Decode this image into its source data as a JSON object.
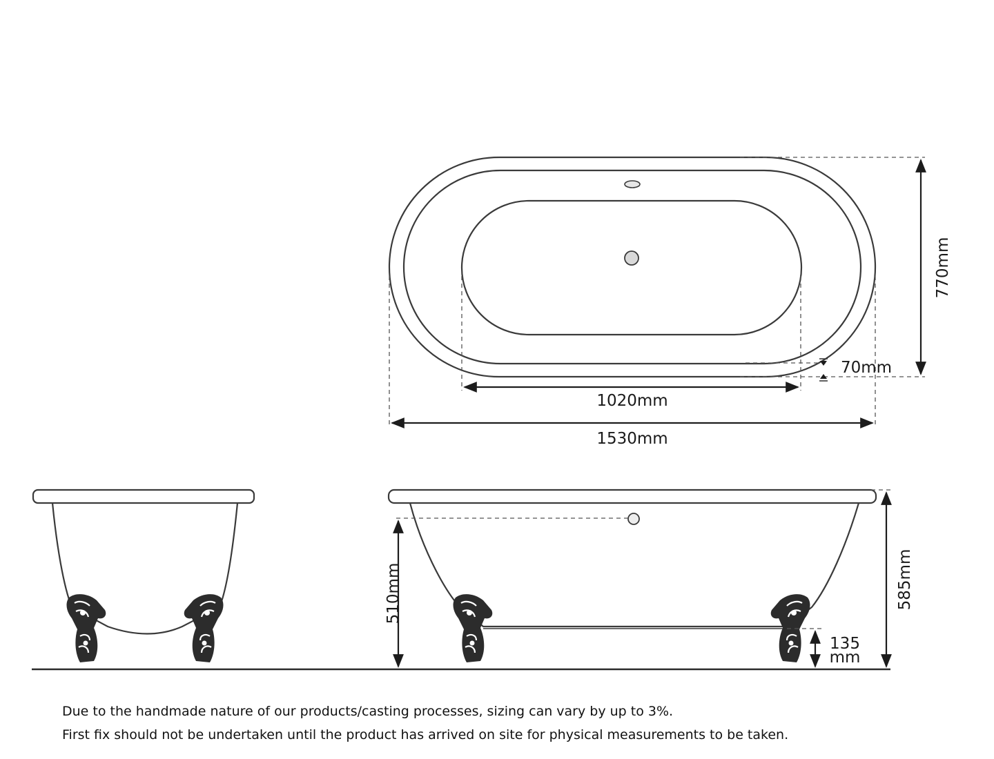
{
  "dimensions": {
    "overall_width": "770mm",
    "rim": "70mm",
    "inner_length": "1020mm",
    "overall_length": "1530mm",
    "waste_height": "510mm",
    "overall_height": "585mm",
    "foot_height_value": "135",
    "foot_height_unit": "mm"
  },
  "notes": {
    "line1": "Due to the handmade nature of our products/casting processes, sizing can vary by up to 3%.",
    "line2": "First fix should not be undertaken until the product has arrived on site for physical measurements to be taken."
  }
}
